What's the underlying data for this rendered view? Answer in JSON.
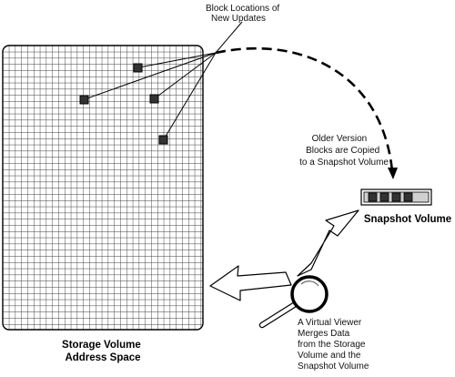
{
  "labels": {
    "block_locations": [
      "Block Locations of",
      "New Updates"
    ],
    "older_version": [
      "Older Version",
      "Blocks are Copied",
      "to a Snapshot Volume"
    ],
    "snapshot_volume": "Snapshot Volume",
    "storage_volume": [
      "Storage Volume",
      "Address Space"
    ],
    "virtual_viewer": [
      "A Virtual Viewer",
      "Merges Data",
      "from the Storage",
      "Volume and the",
      "Snapshot Volume"
    ]
  },
  "colors": {
    "grid_line": "#3a3a3a",
    "block_fill": "#333333",
    "arrow_fill": "#ffffff",
    "outline": "#000000"
  },
  "icons": {
    "viewer": "magnifier-icon",
    "copy_arrow": "dashed-arc-arrow",
    "merge_arrows": "hollow-arrow"
  }
}
